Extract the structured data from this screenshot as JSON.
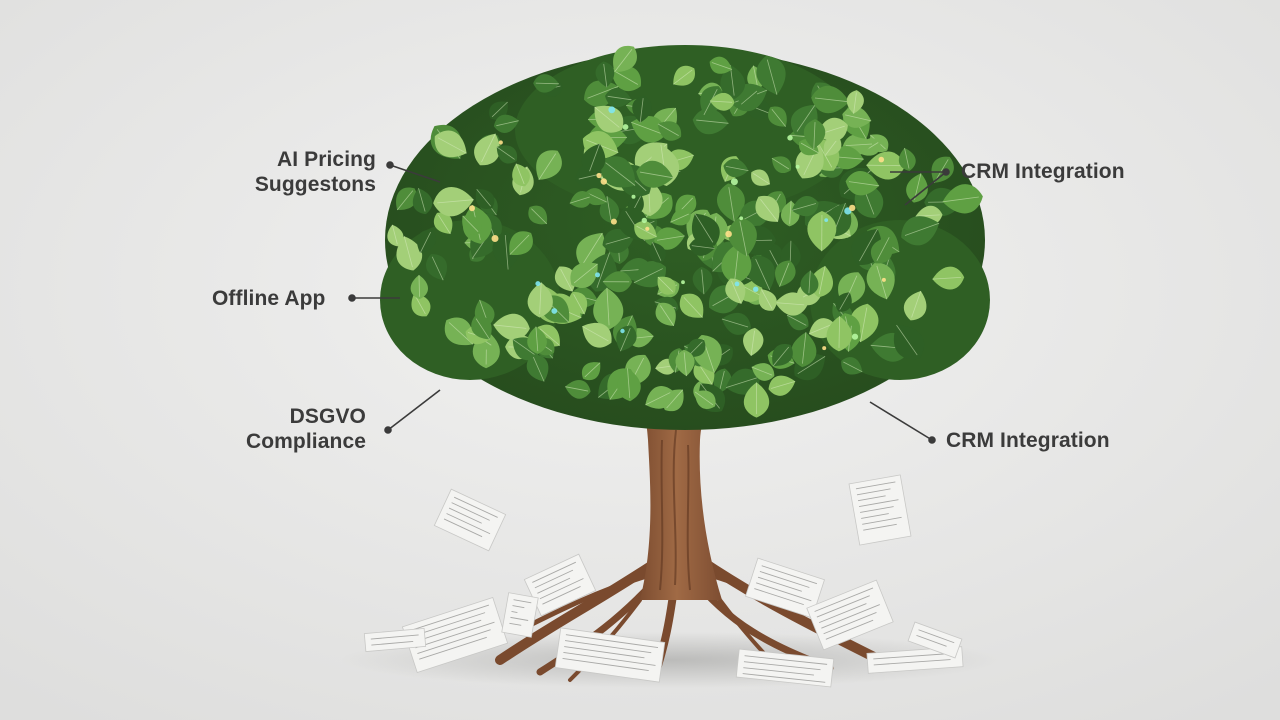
{
  "features": {
    "ai_pricing": "AI Pricing\nSuggestons",
    "offline_app": "Offline App",
    "dsgvo": "DSGVO\nCompliance",
    "crm_top": "CRM Integration",
    "crm_bottom": "CRM Integration"
  },
  "colors": {
    "background": "#e9e9e8",
    "text": "#3b3b3b",
    "trunk": "#8b5a3c",
    "leaf_dark": "#3f7a32",
    "leaf_light": "#8fc463",
    "paper": "#f4f4f2"
  }
}
